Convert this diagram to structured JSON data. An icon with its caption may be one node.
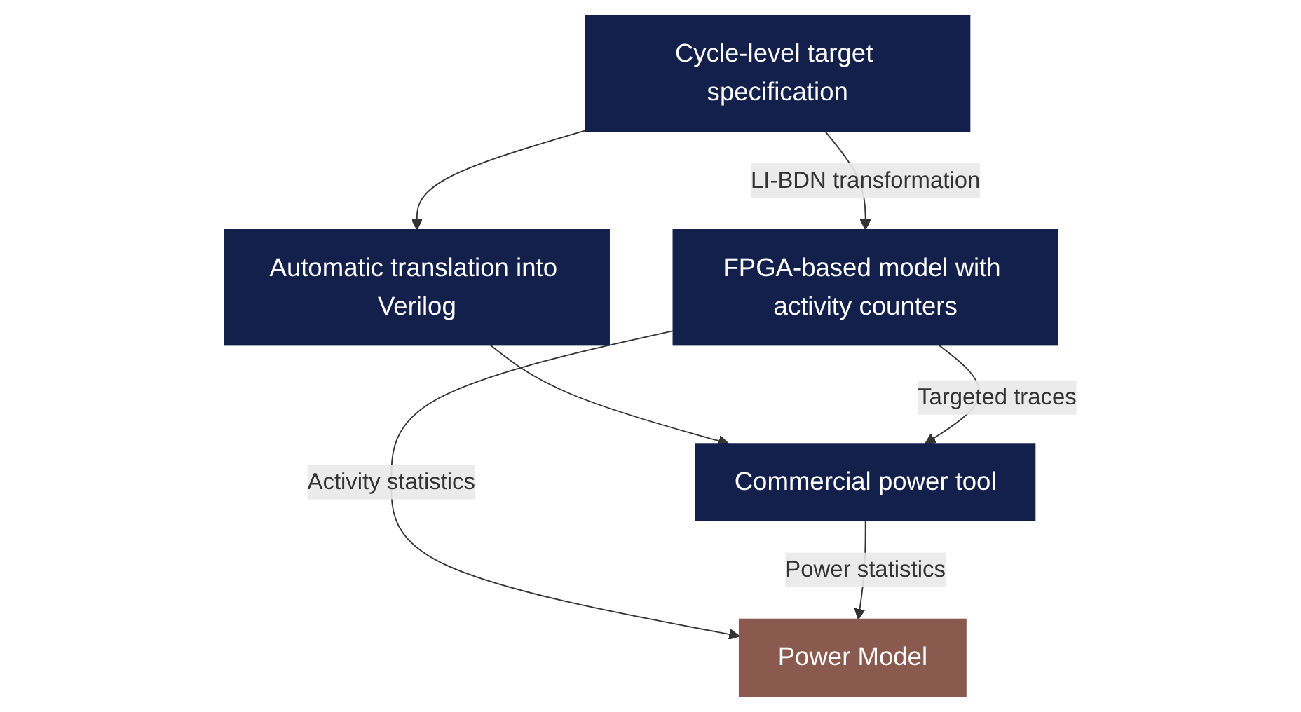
{
  "diagram": {
    "nodes": [
      {
        "text": [
          "Cycle-level target specification"
        ]
      },
      {
        "text": [
          "FPGA-based model with activity counters"
        ]
      },
      {
        "text": [
          "Automatic translation into Verilog"
        ]
      },
      {
        "text": [
          "Commercial power tool"
        ]
      },
      {
        "text": [
          "Power Model"
        ]
      }
    ],
    "edges": [
      {
        "from": 0,
        "to": 1,
        "arrow": "to",
        "label": "LI-BDN transformation"
      },
      {
        "from": 0,
        "to": 2,
        "arrow": "to"
      },
      {
        "from": 2,
        "to": 3,
        "arrow": "to"
      },
      {
        "from": 1,
        "to": 3,
        "arrow": "to",
        "label": "Targeted traces"
      },
      {
        "from": 1,
        "to": 4,
        "arrow": "to",
        "label": "Activity statistics"
      },
      {
        "from": 3,
        "to": 4,
        "arrow": "to",
        "label": "Power statistics"
      }
    ]
  }
}
